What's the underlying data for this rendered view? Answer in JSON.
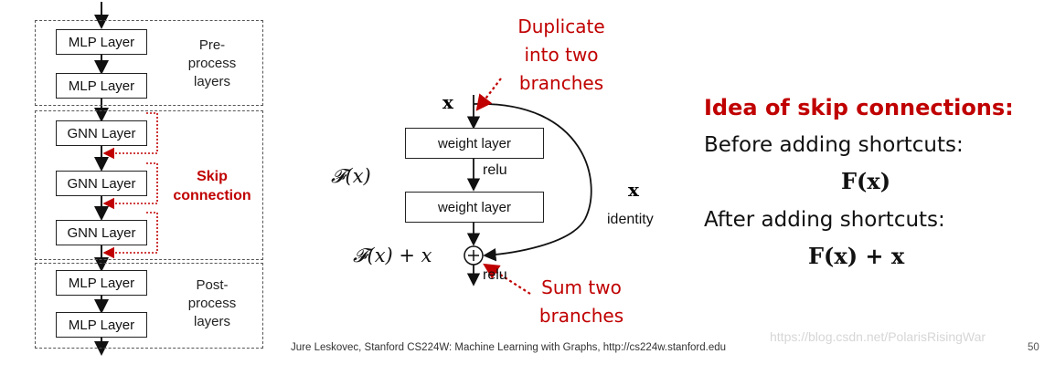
{
  "left": {
    "pre_layers": [
      "MLP Layer",
      "MLP Layer"
    ],
    "pre_label": [
      "Pre-",
      "process",
      "layers"
    ],
    "gnn_layers": [
      "GNN Layer",
      "GNN Layer",
      "GNN Layer"
    ],
    "skip_label": [
      "Skip",
      "connection"
    ],
    "post_layers": [
      "MLP Layer",
      "MLP Layer"
    ],
    "post_label": [
      "Post-",
      "process",
      "layers"
    ]
  },
  "middle": {
    "x_input": "x",
    "weight_layer_1": "weight layer",
    "relu_1": "relu",
    "weight_layer_2": "weight layer",
    "relu_2": "relu",
    "fx_label": "𝓕(x)",
    "fx_plus_x_label": "𝓕(x) + x",
    "identity_x": "x",
    "identity_label": "identity",
    "duplicate_note": [
      "Duplicate",
      "into two",
      "branches"
    ],
    "sum_note": [
      "Sum two",
      "branches"
    ]
  },
  "right": {
    "heading": "Idea of skip connections:",
    "before": "Before adding shortcuts:",
    "before_formula": "F(x)",
    "after": "After adding shortcuts:",
    "after_formula": "F(x) + x"
  },
  "footer": {
    "citation": "Jure Leskovec, Stanford CS224W: Machine Learning with Graphs, http://cs224w.stanford.edu",
    "watermark": "https://blog.csdn.net/PolarisRisingWar",
    "page_number": "50"
  },
  "colors": {
    "accent_red": "#c00000",
    "text": "#111111"
  }
}
